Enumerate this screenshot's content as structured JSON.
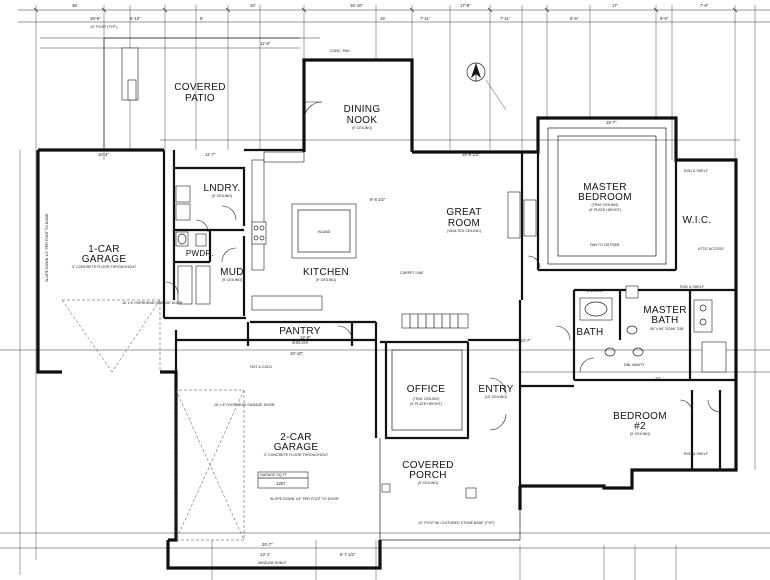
{
  "rooms": {
    "covered_patio": [
      "COVERED",
      "PATIO"
    ],
    "dining_nook": [
      "DINING",
      "NOOK"
    ],
    "dining_nook_ceiling": "(9' CEILING)",
    "master_bedroom": [
      "MASTER",
      "BEDROOM"
    ],
    "master_bedroom_ceiling": "(TRAY CEILING)",
    "master_bedroom_plate": "(9' PLATE HEIGHT)",
    "laundry": "LNDRY.",
    "laundry_ceiling": "(9' CEILING)",
    "great_room": [
      "GREAT",
      "ROOM"
    ],
    "great_room_ceiling": "(VAULTED CEILING)",
    "wic": "W.I.C.",
    "garage_1car": [
      "1-CAR",
      "GARAGE"
    ],
    "garage_1car_note": "4\" CONCRETE FLOOR THROUGHOUT",
    "powder": "PWDR.",
    "mud": "MUD",
    "mud_ceiling": "(9' CEILING)",
    "kitchen": "KITCHEN",
    "kitchen_ceiling": "(9' CEILING)",
    "island": "ISLAND",
    "master_bath": [
      "MASTER",
      "BATH"
    ],
    "bath": "BATH",
    "pantry": "PANTRY",
    "office": "OFFICE",
    "office_ceiling": "(TRAY CEILING)",
    "office_plate": "(9' PLATE HEIGHT)",
    "entry": "ENTRY",
    "entry_ceiling": "(10' CEILING)",
    "bedroom2": [
      "BEDROOM",
      "#2"
    ],
    "bedroom2_ceiling": "(9' CEILING)",
    "garage_2car": [
      "2-CAR",
      "GARAGE"
    ],
    "garage_2car_note": "4\" CONCRETE FLOOR THROUGHOUT",
    "covered_porch": [
      "COVERED",
      "PORCH"
    ],
    "covered_porch_ceiling": "(9' CEILING)"
  },
  "notes": {
    "post_top": "10\" POST (TYP.)",
    "nook_opening": "CONC. PAD",
    "fan_outside": "FAN TO OUTSIDE",
    "shelves_tub": "SHELVES",
    "soak_tub": "36\" x 60\" SOAK TUB",
    "dbl_vanity": "DBL VANITY",
    "rod_shelf_top": "ROD & SHELF",
    "rod_shelf_wic": "ROD & SHELF",
    "attic_access": "ATTIC ACCESS",
    "rod_shelf_bed2": "ROD & SHELF",
    "hot_cold": "HOT & COLD",
    "shelves_pantry": "SHELVES",
    "carpet_line": "CARPET LINE",
    "ovhd_door_1": "16' x 8' OVERHEAD GARAGE DOOR",
    "ovhd_door_2": "16' x 8' OVERHEAD GARAGE DOOR",
    "slope_1car": "SLOPE DOWN 1/4\" PER FOOT TO DOOR",
    "slope_2car": "SLOPE DOWN 1/4\" PER FOOT TO DOOR",
    "porch_post": "10\" POST W/ CULTURED STONE BASE (TYP.)",
    "wall_bottom": "WINDOW SHELF",
    "garage_sqft_label": "GARAGE SQ FT.",
    "garage_sqft_value": "1257"
  },
  "dimensions": {
    "top": [
      "36'",
      "5'-10\"",
      "6'",
      "10'",
      "16'-10\"",
      "7'-11\"",
      "7'-11\"",
      "6'-6\"",
      "17'",
      "6'-6\"",
      "7'-6\""
    ],
    "top2": [
      "18'-6\"",
      "11'-6\"",
      "17'-8\"",
      "15'"
    ],
    "row1": [
      "16'-3\"",
      "11'-7\"",
      "9'-8 1/2\"",
      "18'-9 1/2\"",
      "15'-7\""
    ],
    "row2": [
      "10'-10\"",
      "12'-8\"",
      "13'-7\"",
      "12'"
    ],
    "bottom": [
      "20'-7\"",
      "13'-1\"",
      "5'-7 1/2\""
    ]
  }
}
